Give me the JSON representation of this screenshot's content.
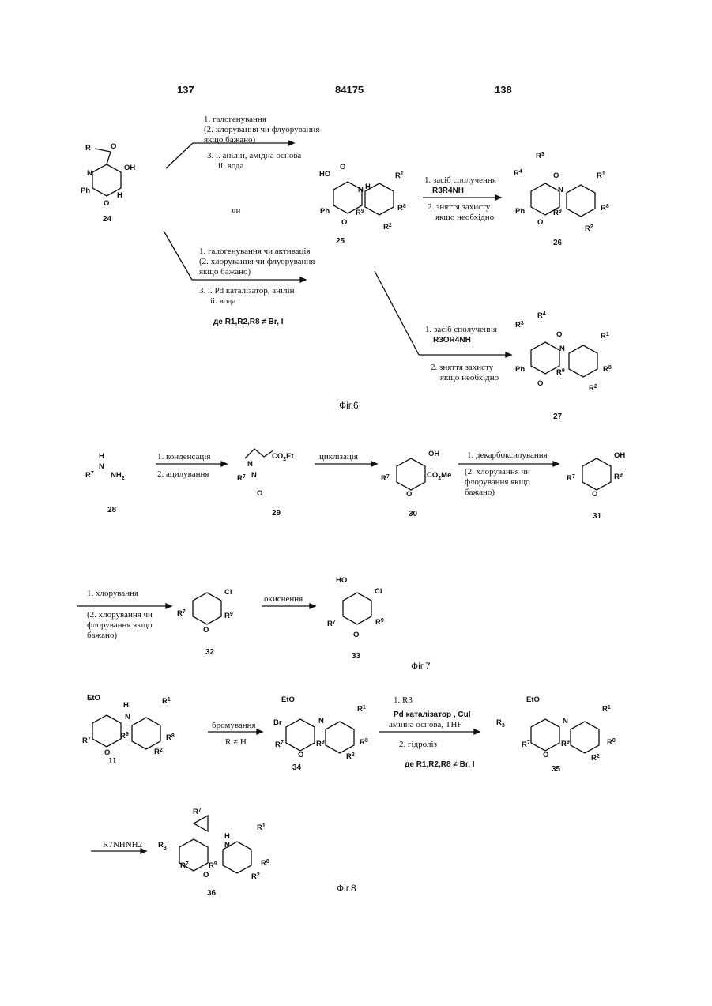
{
  "header": {
    "left_page": "137",
    "patent_no": "84175",
    "right_page": "138"
  },
  "fig6": {
    "caption": "Фіг.6",
    "upper_conditions": [
      "1. галогенування",
      "(2. хлорування чи флуорування",
      "якщо бажано)",
      "3. i. анілін, амідна основа",
      "ii. вода"
    ],
    "or_label": "чи",
    "lower_conditions": [
      "1. галогенування чи активація",
      "(2. хлорування чи флуорування",
      "якщо бажано)",
      "3. i. Pd каталізатор, анілін",
      "ii. вода",
      "де R1,R2,R8 ≠ Br, I"
    ],
    "step26": [
      "1. засіб сполучення",
      "R3R4NH",
      "2. зняття захисту",
      "якщо необхідно"
    ],
    "step27": [
      "1. засіб сполучення",
      "R3OR4NH",
      "2. зняття захисту",
      "якщо необхідно"
    ],
    "compounds": [
      "24",
      "25",
      "26",
      "27"
    ]
  },
  "fig7": {
    "caption": "Фіг.7",
    "step29": [
      "1. конденсація",
      "2. ацилування"
    ],
    "step30": [
      "циклізація"
    ],
    "step31": [
      "1. декарбоксилування",
      "(2. хлорування чи",
      "флорування якщо",
      "бажано)"
    ],
    "step32": [
      "1. хлорування",
      "(2. хлорування чи",
      "флорування якщо",
      "бажано)"
    ],
    "step33": [
      "окиснення"
    ],
    "compounds": [
      "28",
      "29",
      "30",
      "31",
      "32",
      "33"
    ]
  },
  "fig8": {
    "caption": "Фіг.8",
    "step34": [
      "бромування",
      "R ≠ H"
    ],
    "step35": [
      "1. R3",
      "Pd каталізатор , CuI",
      "амінна основа, THF",
      "2. гідроліз",
      "де R1,R2,R8 ≠ Br, I"
    ],
    "step36": [
      "R7NHNH2"
    ],
    "compounds": [
      "11",
      "34",
      "35",
      "36"
    ]
  }
}
